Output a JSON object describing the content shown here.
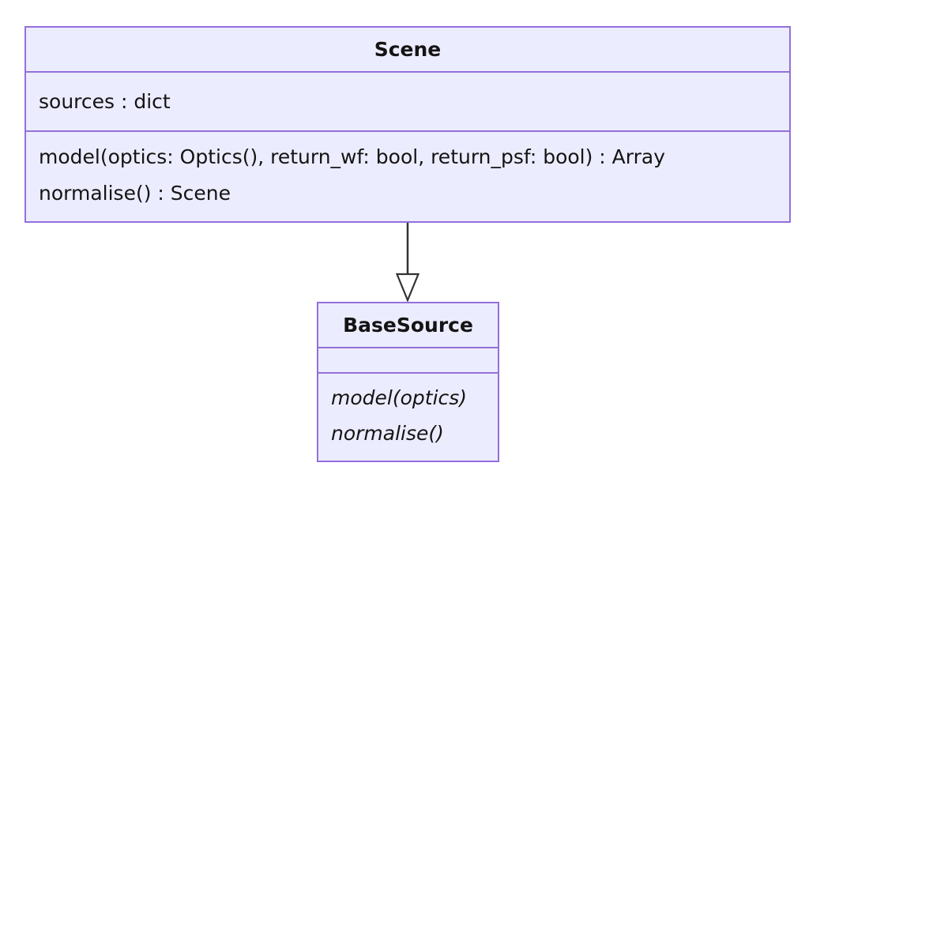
{
  "diagram": {
    "type": "uml-class-diagram",
    "classes": [
      {
        "name": "Scene",
        "attributes": [
          "sources : dict"
        ],
        "methods": [
          "model(optics: Optics(), return_wf: bool, return_psf: bool) : Array",
          "normalise() : Scene"
        ]
      },
      {
        "name": "BaseSource",
        "attributes": [],
        "methods": [
          "model(optics)",
          "normalise()"
        ],
        "methods_style": "italic (abstract)"
      }
    ],
    "relations": [
      {
        "from": "Scene",
        "to": "BaseSource",
        "type": "hollow-triangle-arrow",
        "direction": "Scene points down to BaseSource"
      }
    ],
    "colors": {
      "box_fill": "#ECECFF",
      "box_border": "#9370DB",
      "text": "#141414",
      "edge": "#333333",
      "background": "#ffffff"
    }
  }
}
